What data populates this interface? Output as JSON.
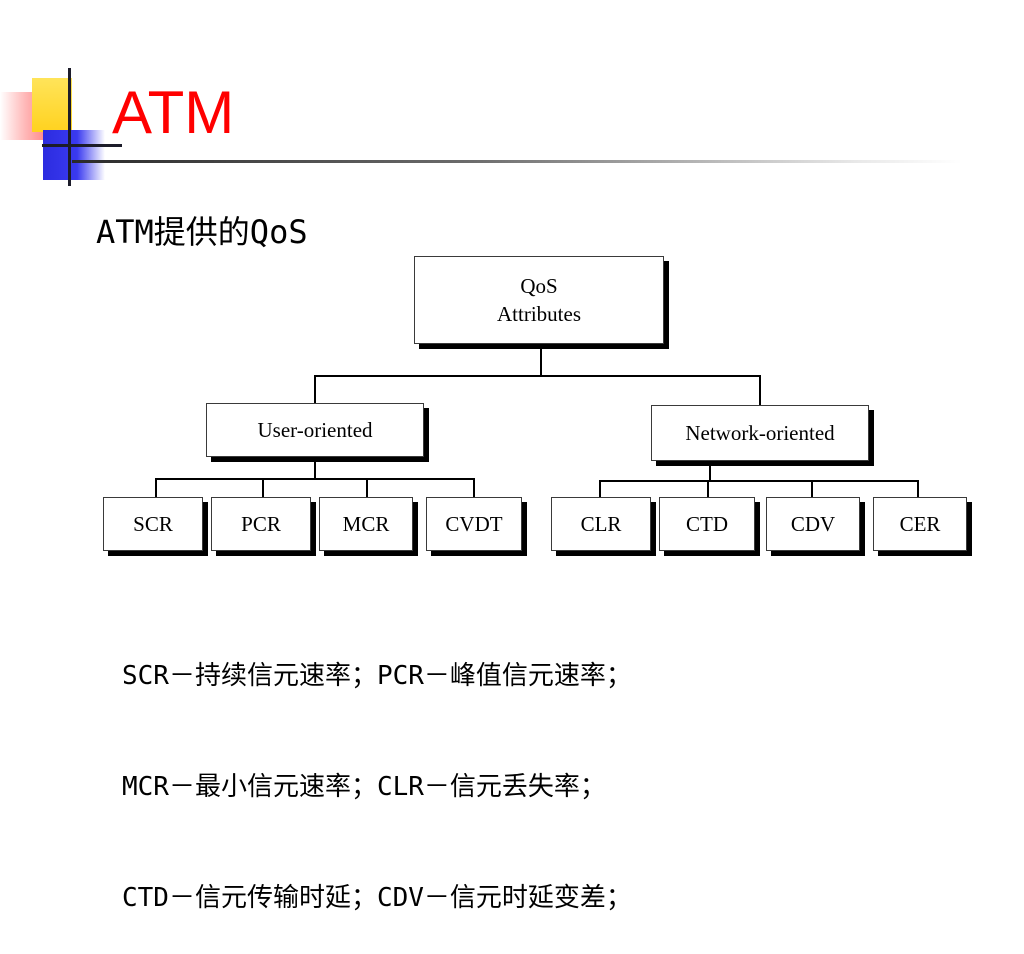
{
  "slide": {
    "title": "ATM",
    "subtitle": "ATM提供的QoS"
  },
  "diagram": {
    "root": {
      "line1": "QoS",
      "line2": "Attributes"
    },
    "branches": [
      {
        "label": "User-oriented",
        "children": [
          "SCR",
          "PCR",
          "MCR",
          "CVDT"
        ]
      },
      {
        "label": "Network-oriented",
        "children": [
          "CLR",
          "CTD",
          "CDV",
          "CER"
        ]
      }
    ]
  },
  "notes": [
    "SCR－持续信元速率；PCR－峰值信元速率；",
    "MCR－最小信元速率；CLR－信元丢失率；",
    "CTD－信元传输时延；CDV－信元时延变差；"
  ],
  "colors": {
    "title": "#ff0000",
    "accent_yellow": "#ffd21f",
    "accent_red": "#ff4d4d",
    "accent_blue": "#2c2ce0"
  }
}
